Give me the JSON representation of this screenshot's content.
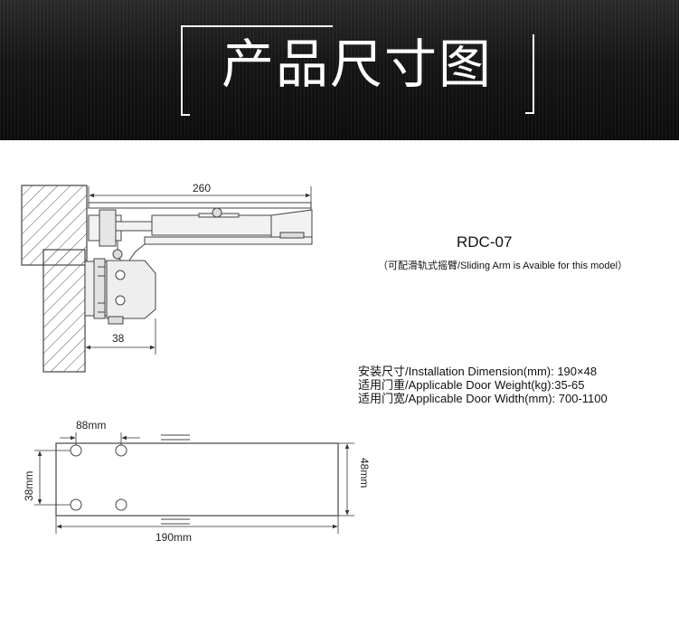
{
  "header": {
    "title": "产品尺寸图"
  },
  "product": {
    "model": "RDC-07",
    "note": "（可配滑轨式摇臂/Sliding Arm is Avaible for this model）"
  },
  "specs": [
    "安装尺寸/Installation Dimension(mm): 190×48",
    "适用门重/Applicable Door Weight(kg):35-65",
    "适用门宽/Applicable Door Width(mm): 700-1100"
  ],
  "top_view": {
    "dim_length": "260",
    "dim_offset": "38"
  },
  "plate_view": {
    "dim_hole_spacing": "88mm",
    "dim_hole_height": "38mm",
    "dim_plate_height": "48mm",
    "dim_plate_length": "190mm"
  }
}
